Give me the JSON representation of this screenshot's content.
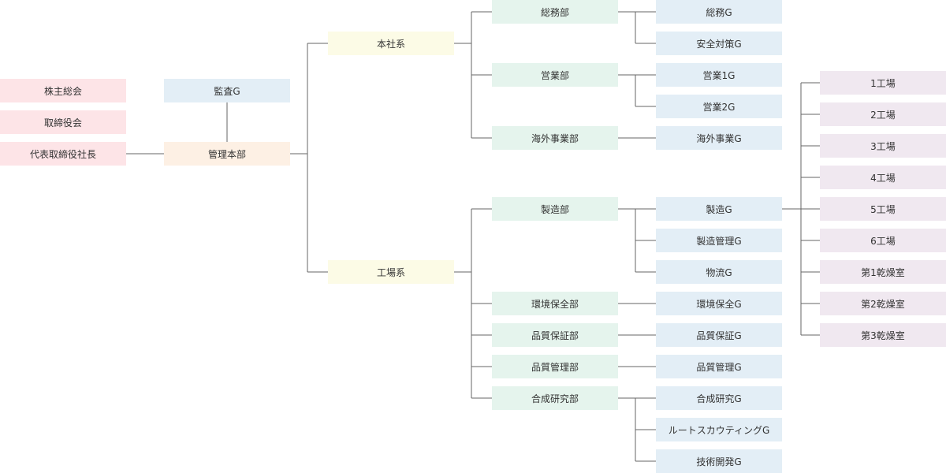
{
  "colors": {
    "executive": "#fde4e7",
    "division": "#fdf0e4",
    "audit": "#e3eef6",
    "branch": "#fcfbe6",
    "department": "#e5f4ed",
    "group": "#e3eef6",
    "facility": "#f0e8f0",
    "line": "#666666"
  },
  "executives": [
    "株主総会",
    "取締役会",
    "代表取締役社長"
  ],
  "management": {
    "audit": "監査G",
    "headquarters": "管理本部"
  },
  "branches": {
    "head_office": "本社系",
    "factory": "工場系"
  },
  "departments": {
    "general_affairs": "総務部",
    "sales": "営業部",
    "overseas": "海外事業部",
    "manufacturing": "製造部",
    "environment": "環境保全部",
    "quality_assurance": "品質保証部",
    "quality_control": "品質管理部",
    "synthesis_research": "合成研究部"
  },
  "groups": {
    "general_affairs": [
      "総務G",
      "安全対策G"
    ],
    "sales": [
      "営業1G",
      "営業2G"
    ],
    "overseas": [
      "海外事業G"
    ],
    "manufacturing": [
      "製造G",
      "製造管理G",
      "物流G"
    ],
    "environment": [
      "環境保全G"
    ],
    "quality_assurance": [
      "品質保証G"
    ],
    "quality_control": [
      "品質管理G"
    ],
    "synthesis_research": [
      "合成研究G",
      "ルートスカウティングG",
      "技術開発G"
    ]
  },
  "facilities": [
    "1工場",
    "2工場",
    "3工場",
    "4工場",
    "5工場",
    "6工場",
    "第1乾燥室",
    "第2乾燥室",
    "第3乾燥室"
  ]
}
